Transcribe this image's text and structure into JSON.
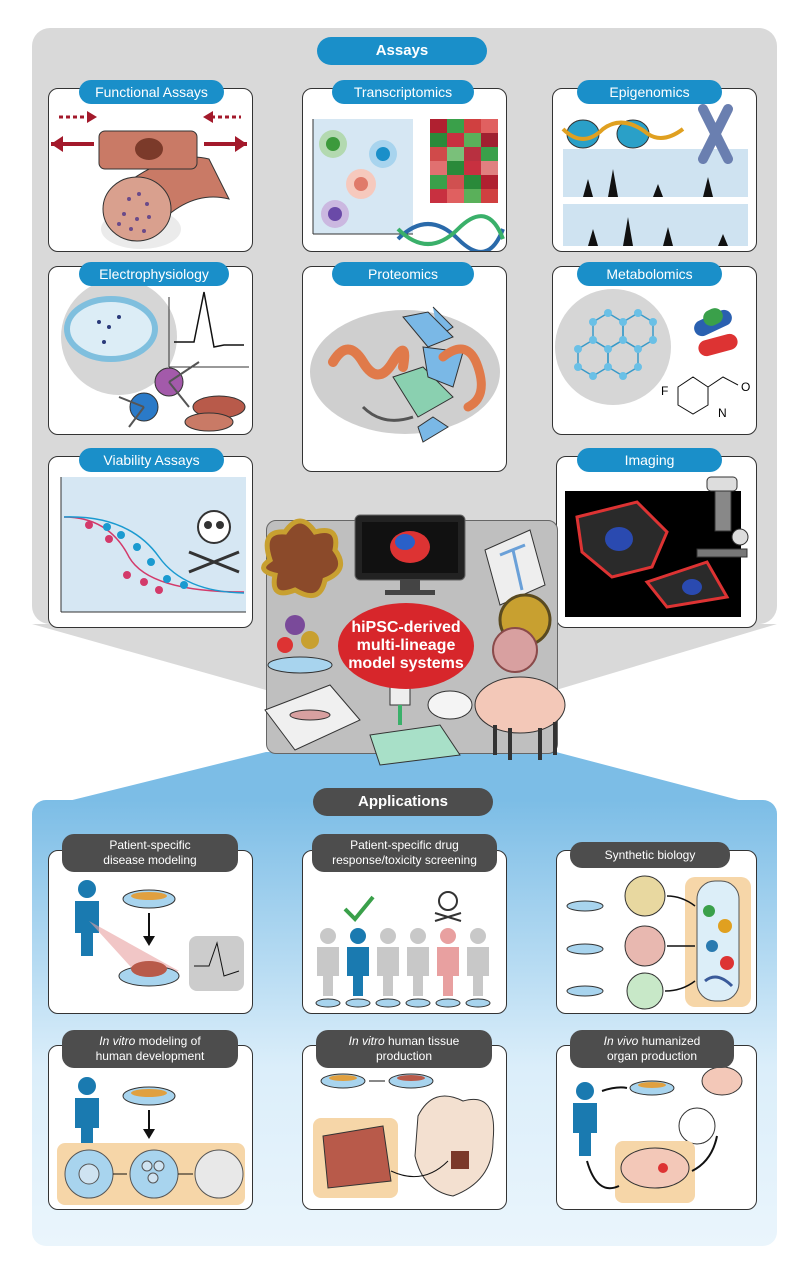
{
  "assays": {
    "title": "Assays",
    "cards": [
      {
        "label": "Functional Assays"
      },
      {
        "label": "Transcriptomics"
      },
      {
        "label": "Epigenomics"
      },
      {
        "label": "Electrophysiology"
      },
      {
        "label": "Proteomics"
      },
      {
        "label": "Metabolomics"
      },
      {
        "label": "Viability Assays"
      },
      {
        "label": "Imaging"
      }
    ]
  },
  "center": {
    "line1": "hiPSC-derived",
    "line2": "multi-lineage",
    "line3": "model systems"
  },
  "metabolomics_labels": {
    "f": "F",
    "o": "O",
    "n": "N"
  },
  "applications": {
    "title": "Applications",
    "cards": [
      {
        "line1": "Patient-specific",
        "line2": "disease modeling"
      },
      {
        "line1": "Patient-specific drug",
        "line2": "response/toxicity screening"
      },
      {
        "line1": "Synthetic biology",
        "line2": ""
      },
      {
        "italic": "In vitro",
        "line1": " modeling of",
        "line2": "human development"
      },
      {
        "italic": "In vitro",
        "line1": " human tissue",
        "line2": "production"
      },
      {
        "italic": "In vivo",
        "line1": " humanized",
        "line2": "organ production"
      }
    ]
  },
  "colors": {
    "assay_blue": "#1a8fc9",
    "apps_dark": "#4d4d4d",
    "center_red": "#d7262b",
    "muscle": "#b85a4a",
    "arrow_red": "#a3192b"
  }
}
